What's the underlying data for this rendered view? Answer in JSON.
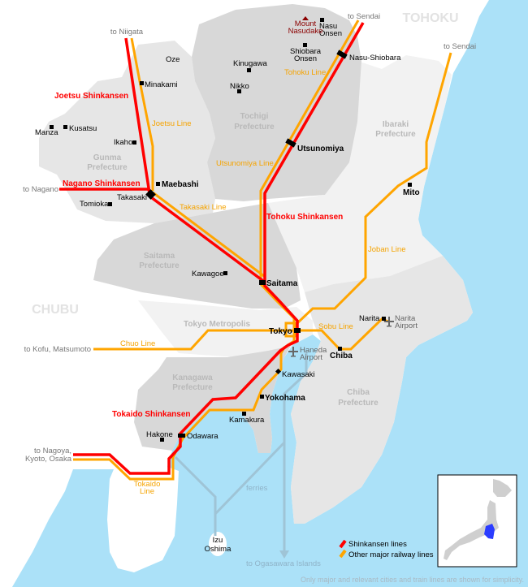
{
  "colors": {
    "sea": "#abe1f8",
    "shinkansen": "#ff0000",
    "railway": "#ffa500",
    "ferry": "#9fc4d6",
    "inset_highlight": "#2a3cff"
  },
  "regions": [
    "TOHOKU",
    "CHUBU"
  ],
  "prefectures": {
    "gunma": [
      "Gunma",
      "Prefecture"
    ],
    "tochigi": [
      "Tochigi",
      "Prefecture"
    ],
    "ibaraki": [
      "Ibaraki",
      "Prefecture"
    ],
    "saitama": [
      "Saitama",
      "Prefecture"
    ],
    "tokyo": "Tokyo Metropolis",
    "kanagawa": [
      "Kanagawa",
      "Prefecture"
    ],
    "chiba": [
      "Chiba",
      "Prefecture"
    ]
  },
  "cities": [
    "Oze",
    "Minakami",
    "Kusatsu",
    "Manza",
    "Ikaho",
    "Tomioka",
    "Takasaki",
    "Kinugawa",
    "Nikko",
    "Shiobara",
    "Onsen",
    "Nasu",
    "Onsen",
    "Nasu-Shiobara",
    "Kawagoe",
    "Narita",
    "Kawasaki",
    "Kamakura",
    "Hakone",
    "Odawara",
    "Izu",
    "Oshima"
  ],
  "major_cities": [
    "Maebashi",
    "Utsunomiya",
    "Saitama",
    "Tokyo",
    "Chiba",
    "Yokohama",
    "Mito"
  ],
  "mountain": [
    "Mount",
    "Nasudake"
  ],
  "airports": {
    "haneda": [
      "Haneda",
      "Airport"
    ],
    "narita": [
      "Narita",
      "Airport"
    ]
  },
  "railway_lines": [
    "Joetsu Line",
    "Takasaki Line",
    "Utsunomiya Line",
    "Tohoku Line",
    "Joban Line",
    "Sobu Line",
    "Chuo Line",
    "Tokaido",
    "Line"
  ],
  "shinkansen_lines": [
    "Joetsu Shinkansen",
    "Nagano Shinkansen",
    "Tohoku Shinkansen",
    "Tokaido Shinkansen"
  ],
  "destinations": [
    "to Niigata",
    "to Sendai",
    "to Sendai",
    "to Nagano",
    "to Kofu, Matsumoto",
    "to Nagoya,",
    "Kyoto, Osaka",
    "ferries",
    "to Ogasawara Islands"
  ],
  "legend": {
    "shinkansen": "Shinkansen lines",
    "railway": "Other major railway lines"
  },
  "footnote": "Only major and relevant cities and train lines are shown for simplicity.",
  "icons": {
    "airport": "airplane-icon",
    "mountain": "triangle-icon",
    "station": "square-icon"
  }
}
